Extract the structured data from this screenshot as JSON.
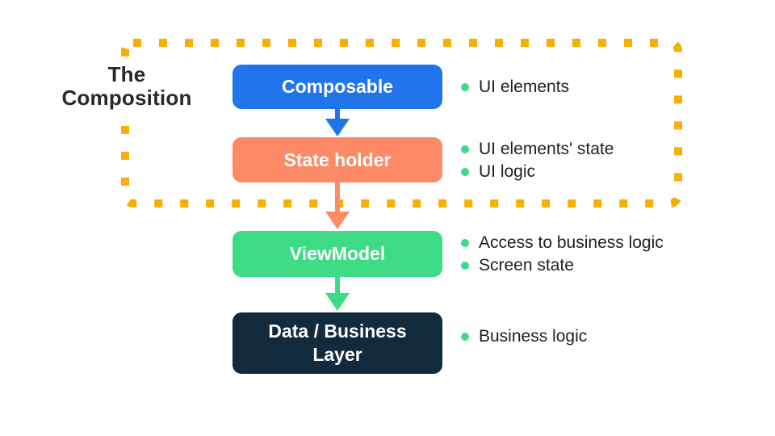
{
  "colors": {
    "blue": "#2174EA",
    "orange": "#FD8A66",
    "green": "#3DDC84",
    "navy": "#112B3D",
    "yellow": "#F6B000",
    "text_dark": "#202124",
    "title_dark": "#26282B",
    "white": "#FFFFFF"
  },
  "title": {
    "line1": "The",
    "line2": "Composition"
  },
  "layers": [
    {
      "label": "Composable",
      "bullets": [
        "UI elements"
      ]
    },
    {
      "label": "State holder",
      "bullets": [
        "UI elements' state",
        "UI logic"
      ]
    },
    {
      "label": "ViewModel",
      "bullets": [
        "Access to business logic",
        "Screen state"
      ]
    },
    {
      "label": "Data / Business Layer",
      "bullets": [
        "Business logic"
      ]
    }
  ]
}
